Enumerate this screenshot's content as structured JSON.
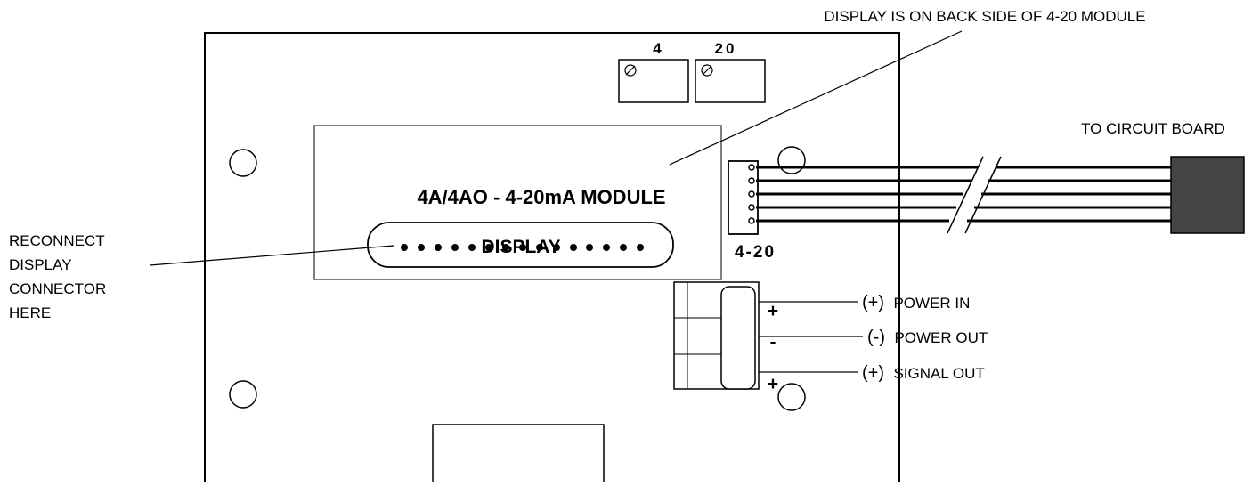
{
  "callouts": {
    "display_back": "DISPLAY IS ON BACK SIDE OF 4-20 MODULE",
    "to_circuit_board": "TO CIRCUIT BOARD",
    "reconnect": [
      "RECONNECT",
      "DISPLAY",
      "CONNECTOR",
      "HERE"
    ]
  },
  "module": {
    "title": "4A/4AO - 4-20mA MODULE",
    "display_label": "DISPLAY",
    "connector_label": "4-20"
  },
  "pots": {
    "left": "4",
    "right": "20"
  },
  "terminal": {
    "signs": [
      "+",
      "-",
      "+"
    ],
    "labels": [
      {
        "paren": "(+)",
        "text": "POWER IN"
      },
      {
        "paren": "(-)",
        "text": "POWER OUT"
      },
      {
        "paren": "(+)",
        "text": "SIGNAL OUT"
      }
    ]
  }
}
